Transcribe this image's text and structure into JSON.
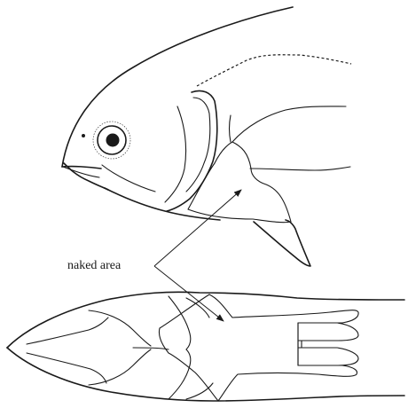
{
  "annotation": {
    "label": "naked area"
  },
  "colors": {
    "naked_area_fill": "#c8c8c8",
    "outline": "#1a1a1a",
    "background": "#ffffff"
  },
  "views": [
    {
      "name": "fish-head-lateral-view"
    },
    {
      "name": "fish-body-ventral-view"
    }
  ]
}
